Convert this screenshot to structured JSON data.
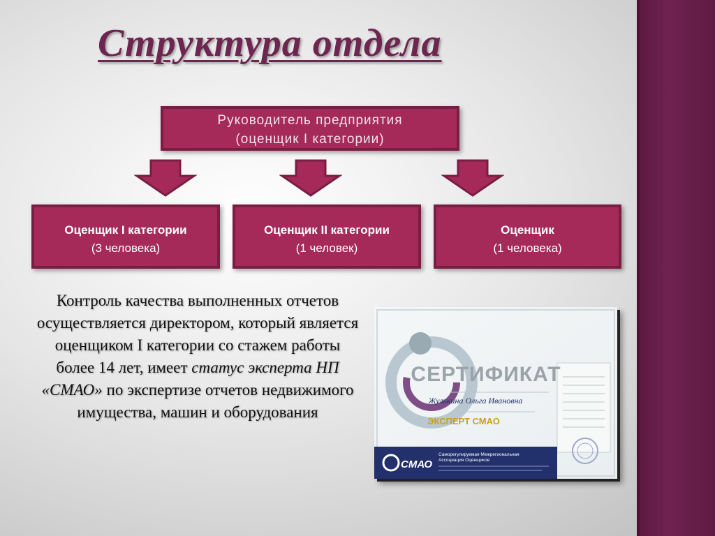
{
  "title": "Структура отдела",
  "top_box": {
    "line1": "Руководитель предприятия",
    "line2": "(оценщик I категории)"
  },
  "boxes": [
    {
      "title": "Оценщик I категории",
      "note": "(3 человека)"
    },
    {
      "title": "Оценщик II категории",
      "note": "(1 человек)"
    },
    {
      "title": "Оценщик",
      "note": "(1 человека)"
    }
  ],
  "description": {
    "part1": "Контроль качества выполненных отчетов осуществляется директором, который является оценщиком I категории со стажем работы более 14 лет, имеет",
    "italic": "статус эксперта НП «СМАО»",
    "part2": "по экспертизе отчетов недвижимого имущества, машин и оборудования"
  },
  "certificate": {
    "heading": "СЕРТИФИКАТ",
    "name": "Жулькина Ольга Ивановна",
    "badge": "ЭКСПЕРТ СМАО",
    "org_line1": "Саморегулируемая Межрегиональная",
    "org_line2": "Ассоциация Оценщиков",
    "logo": "СМАО"
  },
  "colors": {
    "accent": "#a52a5a",
    "accent_border": "#7a1d43",
    "title": "#6e2550",
    "sidebar": "#6f2250"
  }
}
